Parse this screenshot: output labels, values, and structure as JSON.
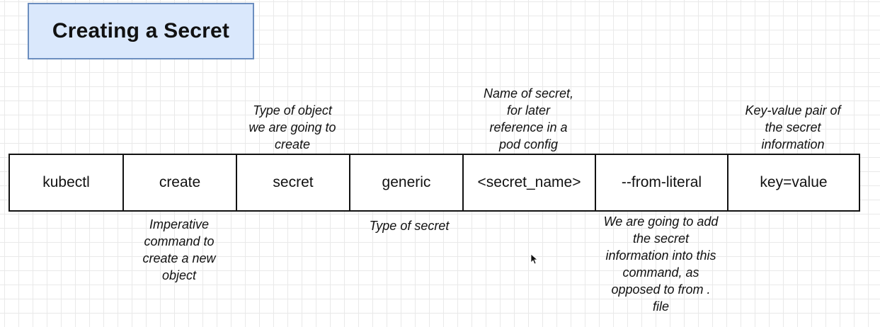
{
  "title": "Creating a Secret",
  "command_parts": [
    "kubectl",
    "create",
    "secret",
    "generic",
    "<secret_name>",
    "--from-literal",
    "key=value"
  ],
  "notes_above": {
    "secret": "Type of object\nwe are going to\ncreate",
    "secret_name": "Name of secret,\nfor later\nreference in a\npod config",
    "key_value": "Key-value pair of\nthe secret\ninformation"
  },
  "notes_below": {
    "create": "Imperative\ncommand to\ncreate a new\nobject",
    "generic": "Type of secret",
    "from_literal": "We are going to add\nthe secret\ninformation into this\ncommand, as\nopposed to from .\nfile"
  },
  "colors": {
    "title_fill": "#dae8fc",
    "title_border": "#6c8ebf",
    "grid": "#e9e9e9"
  }
}
